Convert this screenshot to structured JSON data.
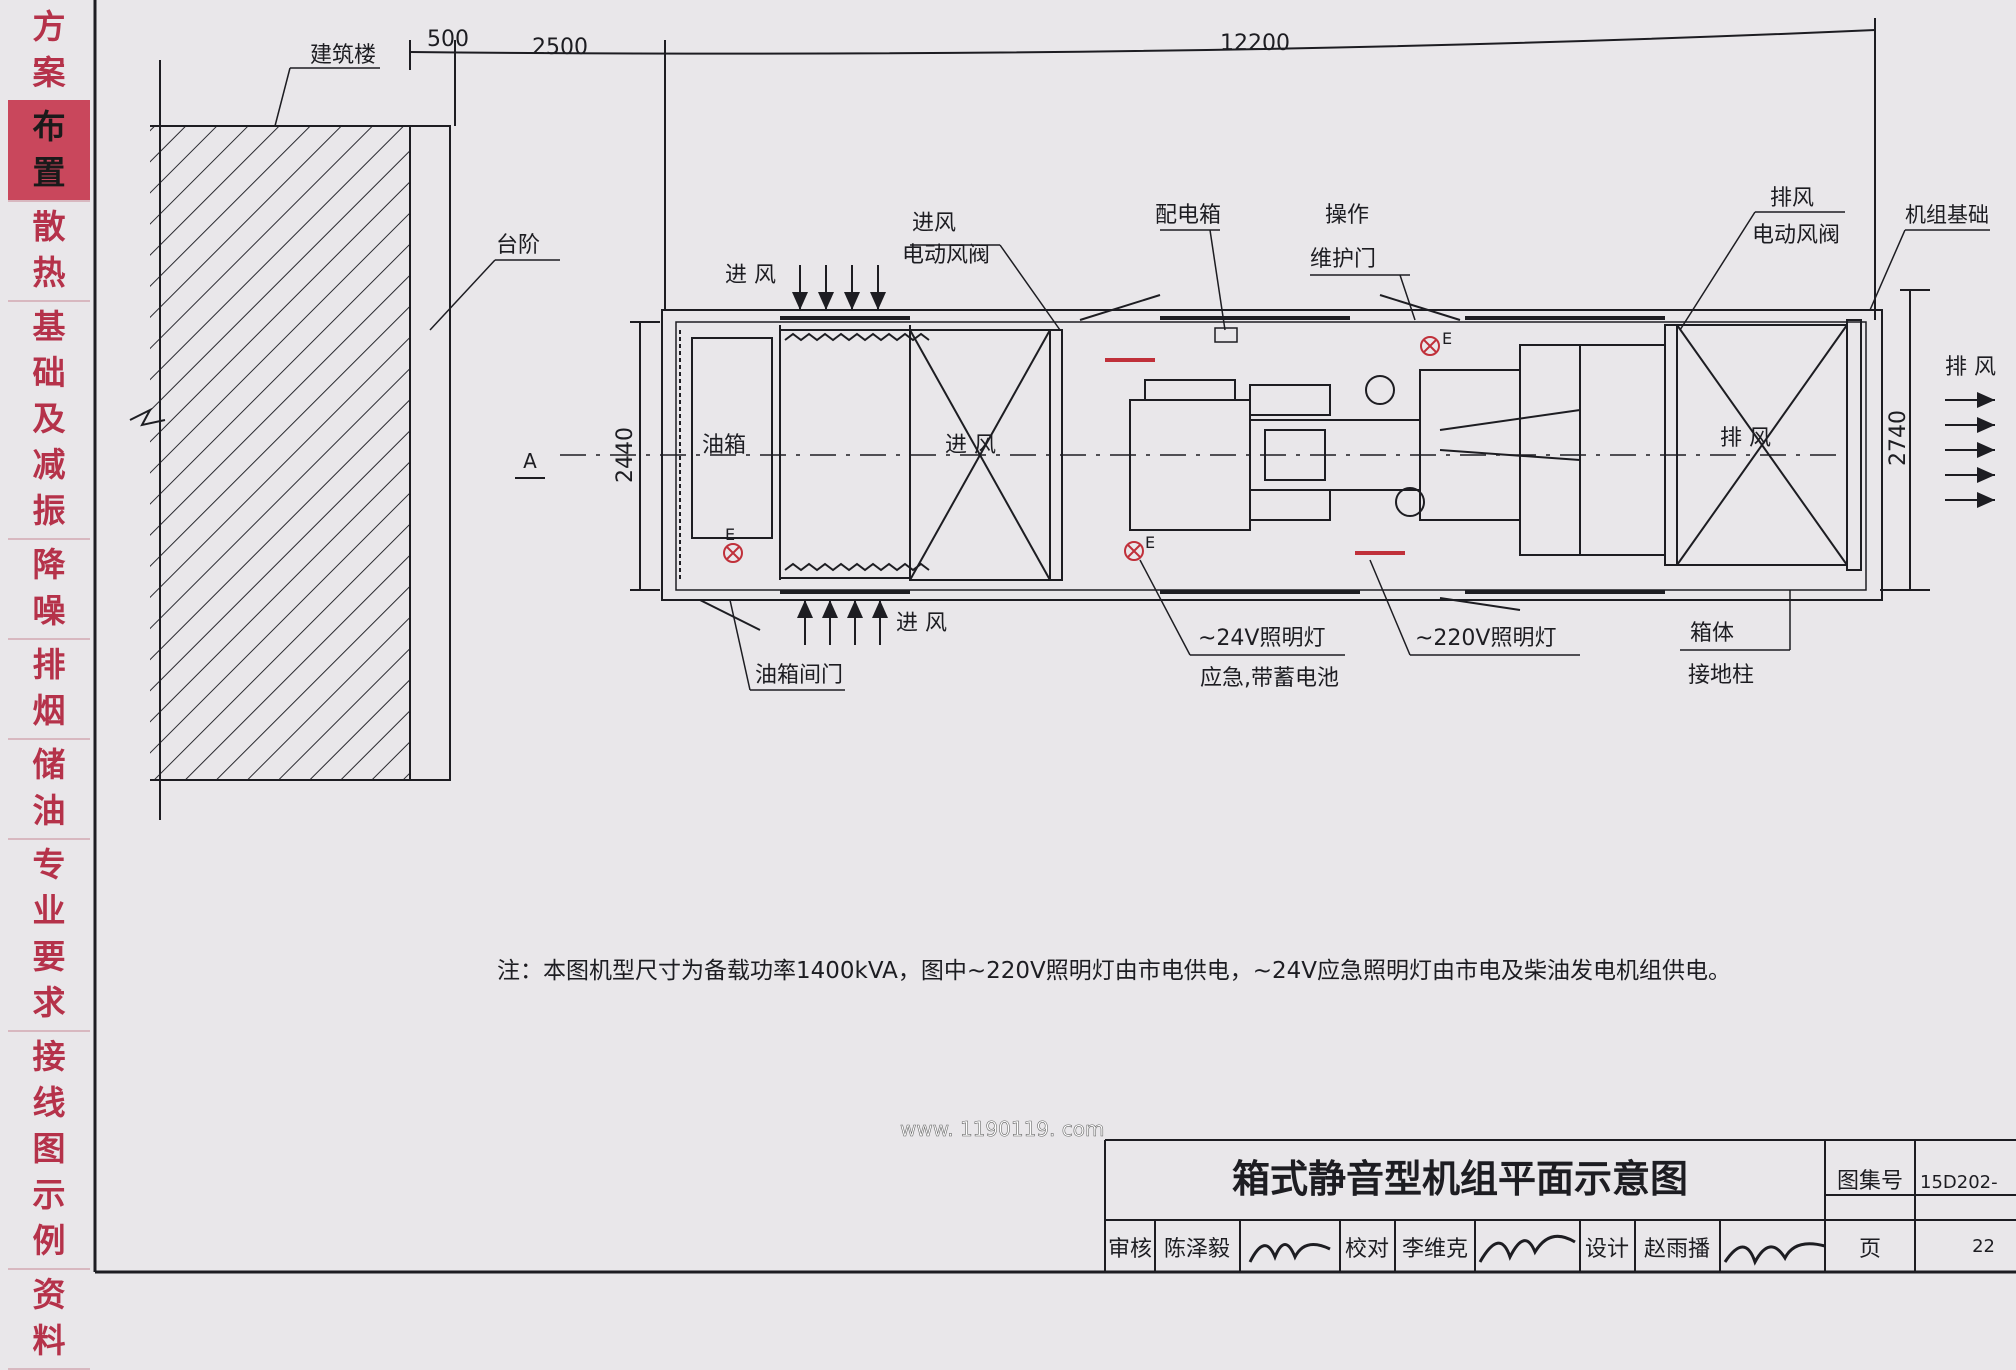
{
  "sidebar": {
    "tabs": [
      {
        "chars": [
          "方",
          "案"
        ],
        "active": false
      },
      {
        "chars": [
          "布",
          "置"
        ],
        "active": true
      },
      {
        "chars": [
          "散",
          "热"
        ],
        "active": false
      },
      {
        "chars": [
          "基",
          "础",
          "及",
          "减",
          "振"
        ],
        "active": false
      },
      {
        "chars": [
          "降",
          "噪"
        ],
        "active": false
      },
      {
        "chars": [
          "排",
          "烟"
        ],
        "active": false
      },
      {
        "chars": [
          "储",
          "油"
        ],
        "active": false
      },
      {
        "chars": [
          "专",
          "业",
          "要",
          "求"
        ],
        "active": false
      },
      {
        "chars": [
          "接",
          "线",
          "图",
          "示",
          "例"
        ],
        "active": false
      },
      {
        "chars": [
          "资",
          "料"
        ],
        "active": false
      }
    ]
  },
  "dimensions": {
    "d500": "500",
    "d2500": "2500",
    "d12200": "12200",
    "d2440": "2440",
    "d2740": "2740",
    "sectionA": "A"
  },
  "labels": {
    "building": "建筑楼",
    "steps": "台阶",
    "intake_top": "进  风",
    "intake_bottom": "进  风",
    "intake_damper_1": "进风",
    "intake_damper_2": "电动风阀",
    "distribution_box": "配电箱",
    "maint_door_1": "操作",
    "maint_door_2": "维护门",
    "exhaust_damper_1": "排风",
    "exhaust_damper_2": "电动风阀",
    "base": "机组基础",
    "exhaust_right": "排  风",
    "oil_tank": "油箱",
    "intake_zone": "进  风",
    "exhaust_zone": "排  风",
    "oil_door": "油箱间门",
    "light24_1": "~24V照明灯",
    "light24_2": "应急,带蓄电池",
    "light220": "~220V照明灯",
    "ground_1": "箱体",
    "ground_2": "接地柱",
    "e": "E"
  },
  "note": "注：本图机型尺寸为备载功率1400kVA，图中~220V照明灯由市电供电，~24V应急照明灯由市电及柴油发电机组供电。",
  "watermark": "www. 1190119. com",
  "title_block": {
    "title": "箱式静音型机组平面示意图",
    "atlas_label": "图集号",
    "atlas_no": "15D202-",
    "page_label": "页",
    "page_no": "22",
    "review_label": "审核",
    "reviewer": "陈泽毅",
    "check_label": "校对",
    "checker": "李维克",
    "design_label": "设计",
    "designer": "赵雨播"
  }
}
